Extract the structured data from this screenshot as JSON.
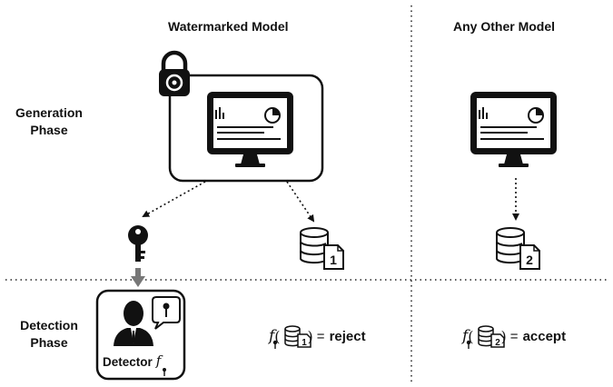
{
  "columns": {
    "watermarked": "Watermarked Model",
    "other": "Any Other Model"
  },
  "rows": {
    "generation": [
      "Generation",
      "Phase"
    ],
    "detection": [
      "Detection",
      "Phase"
    ]
  },
  "datasets": {
    "first_number": "1",
    "second_number": "2"
  },
  "detector": {
    "label": "Detector"
  },
  "results": {
    "watermarked_result": "reject",
    "other_result": "accept"
  },
  "icons": [
    "lock-icon",
    "monitor-icon",
    "key-icon",
    "database-icon",
    "document-icon",
    "person-icon",
    "speech-bubble-icon"
  ]
}
